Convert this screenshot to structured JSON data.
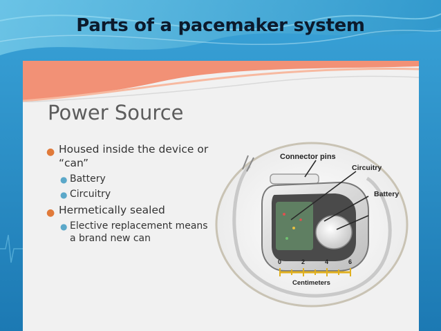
{
  "slide": {
    "title": "Parts of a pacemaker system"
  },
  "panel": {
    "heading": "Power Source",
    "bullets": [
      {
        "text": "Housed inside the device or “can”",
        "sub": [
          "Battery",
          "Circuitry"
        ]
      },
      {
        "text": "Hermetically sealed",
        "sub": [
          "Elective replacement means a brand new can"
        ]
      }
    ]
  },
  "diagram": {
    "labels": {
      "connector": "Connector pins",
      "circuitry": "Circuitry",
      "battery": "Battery",
      "scale_unit": "Centimeters"
    },
    "scale_ticks": [
      "0",
      "2",
      "4",
      "6"
    ]
  },
  "colors": {
    "background": "#2a8fc4",
    "accent_bullet": "#e07a3a",
    "sub_bullet": "#5ba8c9",
    "wave": "#f08a6a"
  }
}
